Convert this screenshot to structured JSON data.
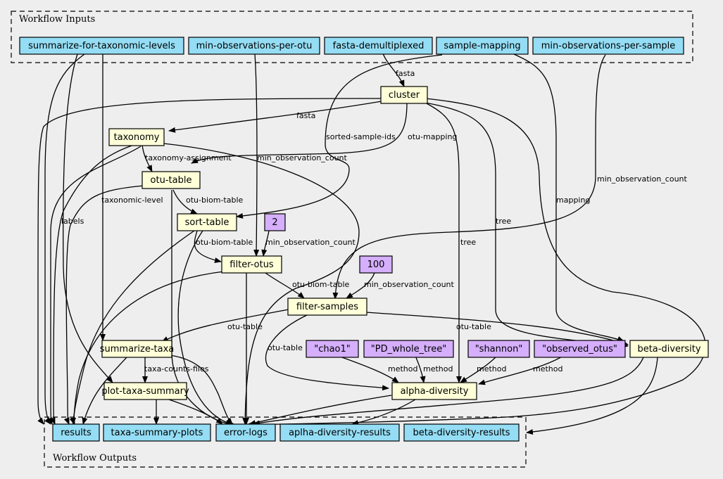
{
  "clusters": {
    "inputs_title": "Workflow Inputs",
    "outputs_title": "Workflow Outputs"
  },
  "colors": {
    "input_output": "#94ddf4",
    "step": "#ffffd8",
    "constant": "#d5aefc",
    "background": "#eeeeee"
  },
  "nodes": {
    "summarize_for_taxonomic_levels": "summarize-for-taxonomic-levels",
    "min_observations_per_otu": "min-observations-per-otu",
    "fasta_demultiplexed": "fasta-demultiplexed",
    "sample_mapping": "sample-mapping",
    "min_observations_per_sample": "min-observations-per-sample",
    "cluster": "cluster",
    "taxonomy": "taxonomy",
    "otu_table": "otu-table",
    "sort_table": "sort-table",
    "filter_otus": "filter-otus",
    "filter_samples": "filter-samples",
    "summarize_taxa": "summarize-taxa",
    "plot_taxa_summary": "plot-taxa-summary",
    "alpha_diversity": "alpha-diversity",
    "beta_diversity": "beta-diversity",
    "const_2": "2",
    "const_100": "100",
    "const_chao1": "\"chao1\"",
    "const_pd_whole_tree": "\"PD_whole_tree\"",
    "const_shannon": "\"shannon\"",
    "const_observed_otus": "\"observed_otus\"",
    "results": "results",
    "taxa_summary_plots": "taxa-summary-plots",
    "error_logs": "error-logs",
    "aplha_diversity_results": "aplha-diversity-results",
    "beta_diversity_results": "beta-diversity-results"
  },
  "edge_labels": {
    "fasta_to_cluster": "fasta",
    "cluster_to_taxonomy": "fasta",
    "sorted_sample_ids": "sorted-sample-ids",
    "otu_mapping": "otu-mapping",
    "min_observation_count_otu_table": "min_observation_count",
    "taxonomy_assignment": "taxonomy-assignment",
    "min_observation_count_sample": "min_observation_count",
    "otu_biom_table_sort": "otu-biom-table",
    "taxonomic_level": "taxonomic-level",
    "mapping": "mapping",
    "labels": "labels",
    "tree_beta": "tree",
    "const2_min_obs": "min_observation_count",
    "otu_biom_table_filter": "otu-biom-table",
    "tree_alpha": "tree",
    "otu_biom_table_samples": "otu-biom-table",
    "const100_min_obs": "min_observation_count",
    "otu_table_summarize": "otu-table",
    "otu_table_beta": "otu-table",
    "otu_table_alpha": "otu-table",
    "method_chao1": "method",
    "method_pd": "method",
    "method_shannon": "method",
    "method_observed": "method",
    "taxa_counts_files": "taxa-counts-files"
  }
}
